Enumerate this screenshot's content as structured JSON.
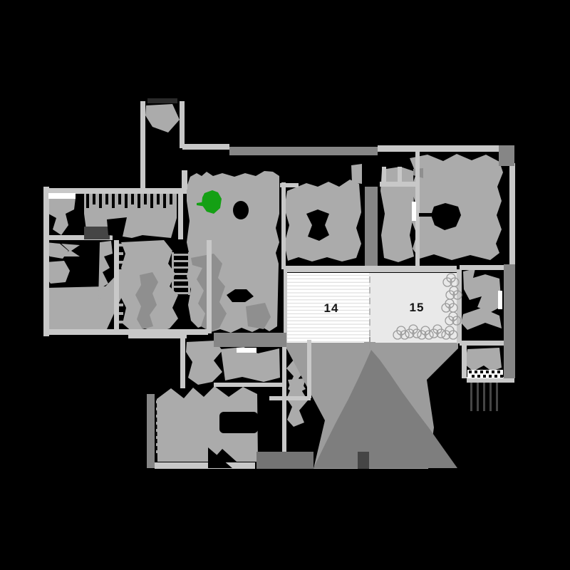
{
  "plan": {
    "type": "floor-plan",
    "rooms": [
      {
        "id": "room-14",
        "label": "14"
      },
      {
        "id": "room-15",
        "label": "15"
      }
    ]
  },
  "icons": {
    "tree": "tree-icon",
    "shrub": "shrub-icon",
    "stairs": "stairs-icon"
  },
  "colors": {
    "background": "#000000",
    "wall": "#c8c8c8",
    "floor": "#ababab",
    "floor_dark": "#8f8f8f",
    "bar": "#868686",
    "bar_dark": "#747474",
    "court": "#9c9c9c",
    "pyramid": "#7e7e7e",
    "dark_detail": "#454545",
    "lintel": "#2a2a2a",
    "room14_fill": "#ffffff",
    "room14_stripe": "#dedede",
    "room15_fill": "#e9e9e9",
    "dash": "#b9b9b9",
    "cross": "#9a9a9a",
    "label": "#141414",
    "tree": "#14a014",
    "shrub_outline": "#9b9b9b",
    "white": "#ffffff"
  }
}
